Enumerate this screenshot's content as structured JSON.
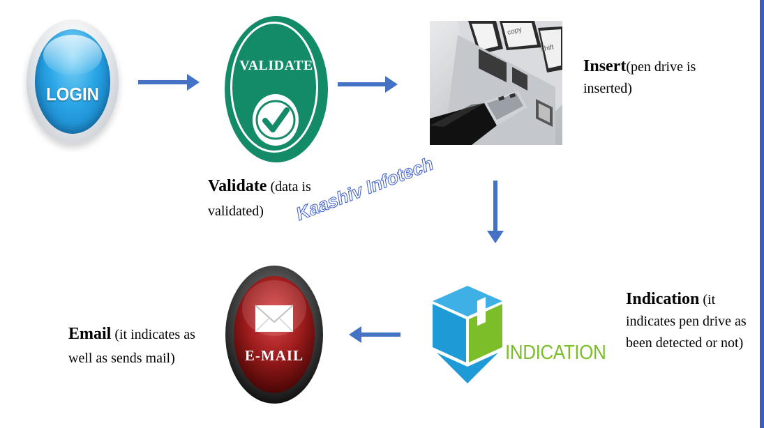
{
  "login": {
    "label": "LOGIN"
  },
  "validate": {
    "badge_label": "VALIDATE",
    "caption_title": "Validate",
    "caption_line1": " (data is",
    "caption_line2": "validated)"
  },
  "insert": {
    "caption_title": "Insert",
    "caption_line1": "(pen drive is",
    "caption_line2": "inserted)",
    "keys": [
      "copy",
      "shift"
    ]
  },
  "indication": {
    "logo_label": "INDICATION",
    "caption_title": "Indication",
    "caption_line1": " (it",
    "caption_line2": "indicates pen drive as",
    "caption_line3": "been detected or not)"
  },
  "email": {
    "badge_label": "E-MAIL",
    "caption_title": "Email",
    "caption_line1": " (it indicates as",
    "caption_line2": "well as sends mail)"
  },
  "watermark": {
    "text": "Kaashiv Infotech"
  },
  "colors": {
    "arrow": "#4472c4",
    "validate_green": "#138a68",
    "indication_green": "#7cbd2a",
    "indication_blue": "#1e9ad6",
    "email_red": "#9b1b1b",
    "login_blue": "#2aa6e6"
  }
}
